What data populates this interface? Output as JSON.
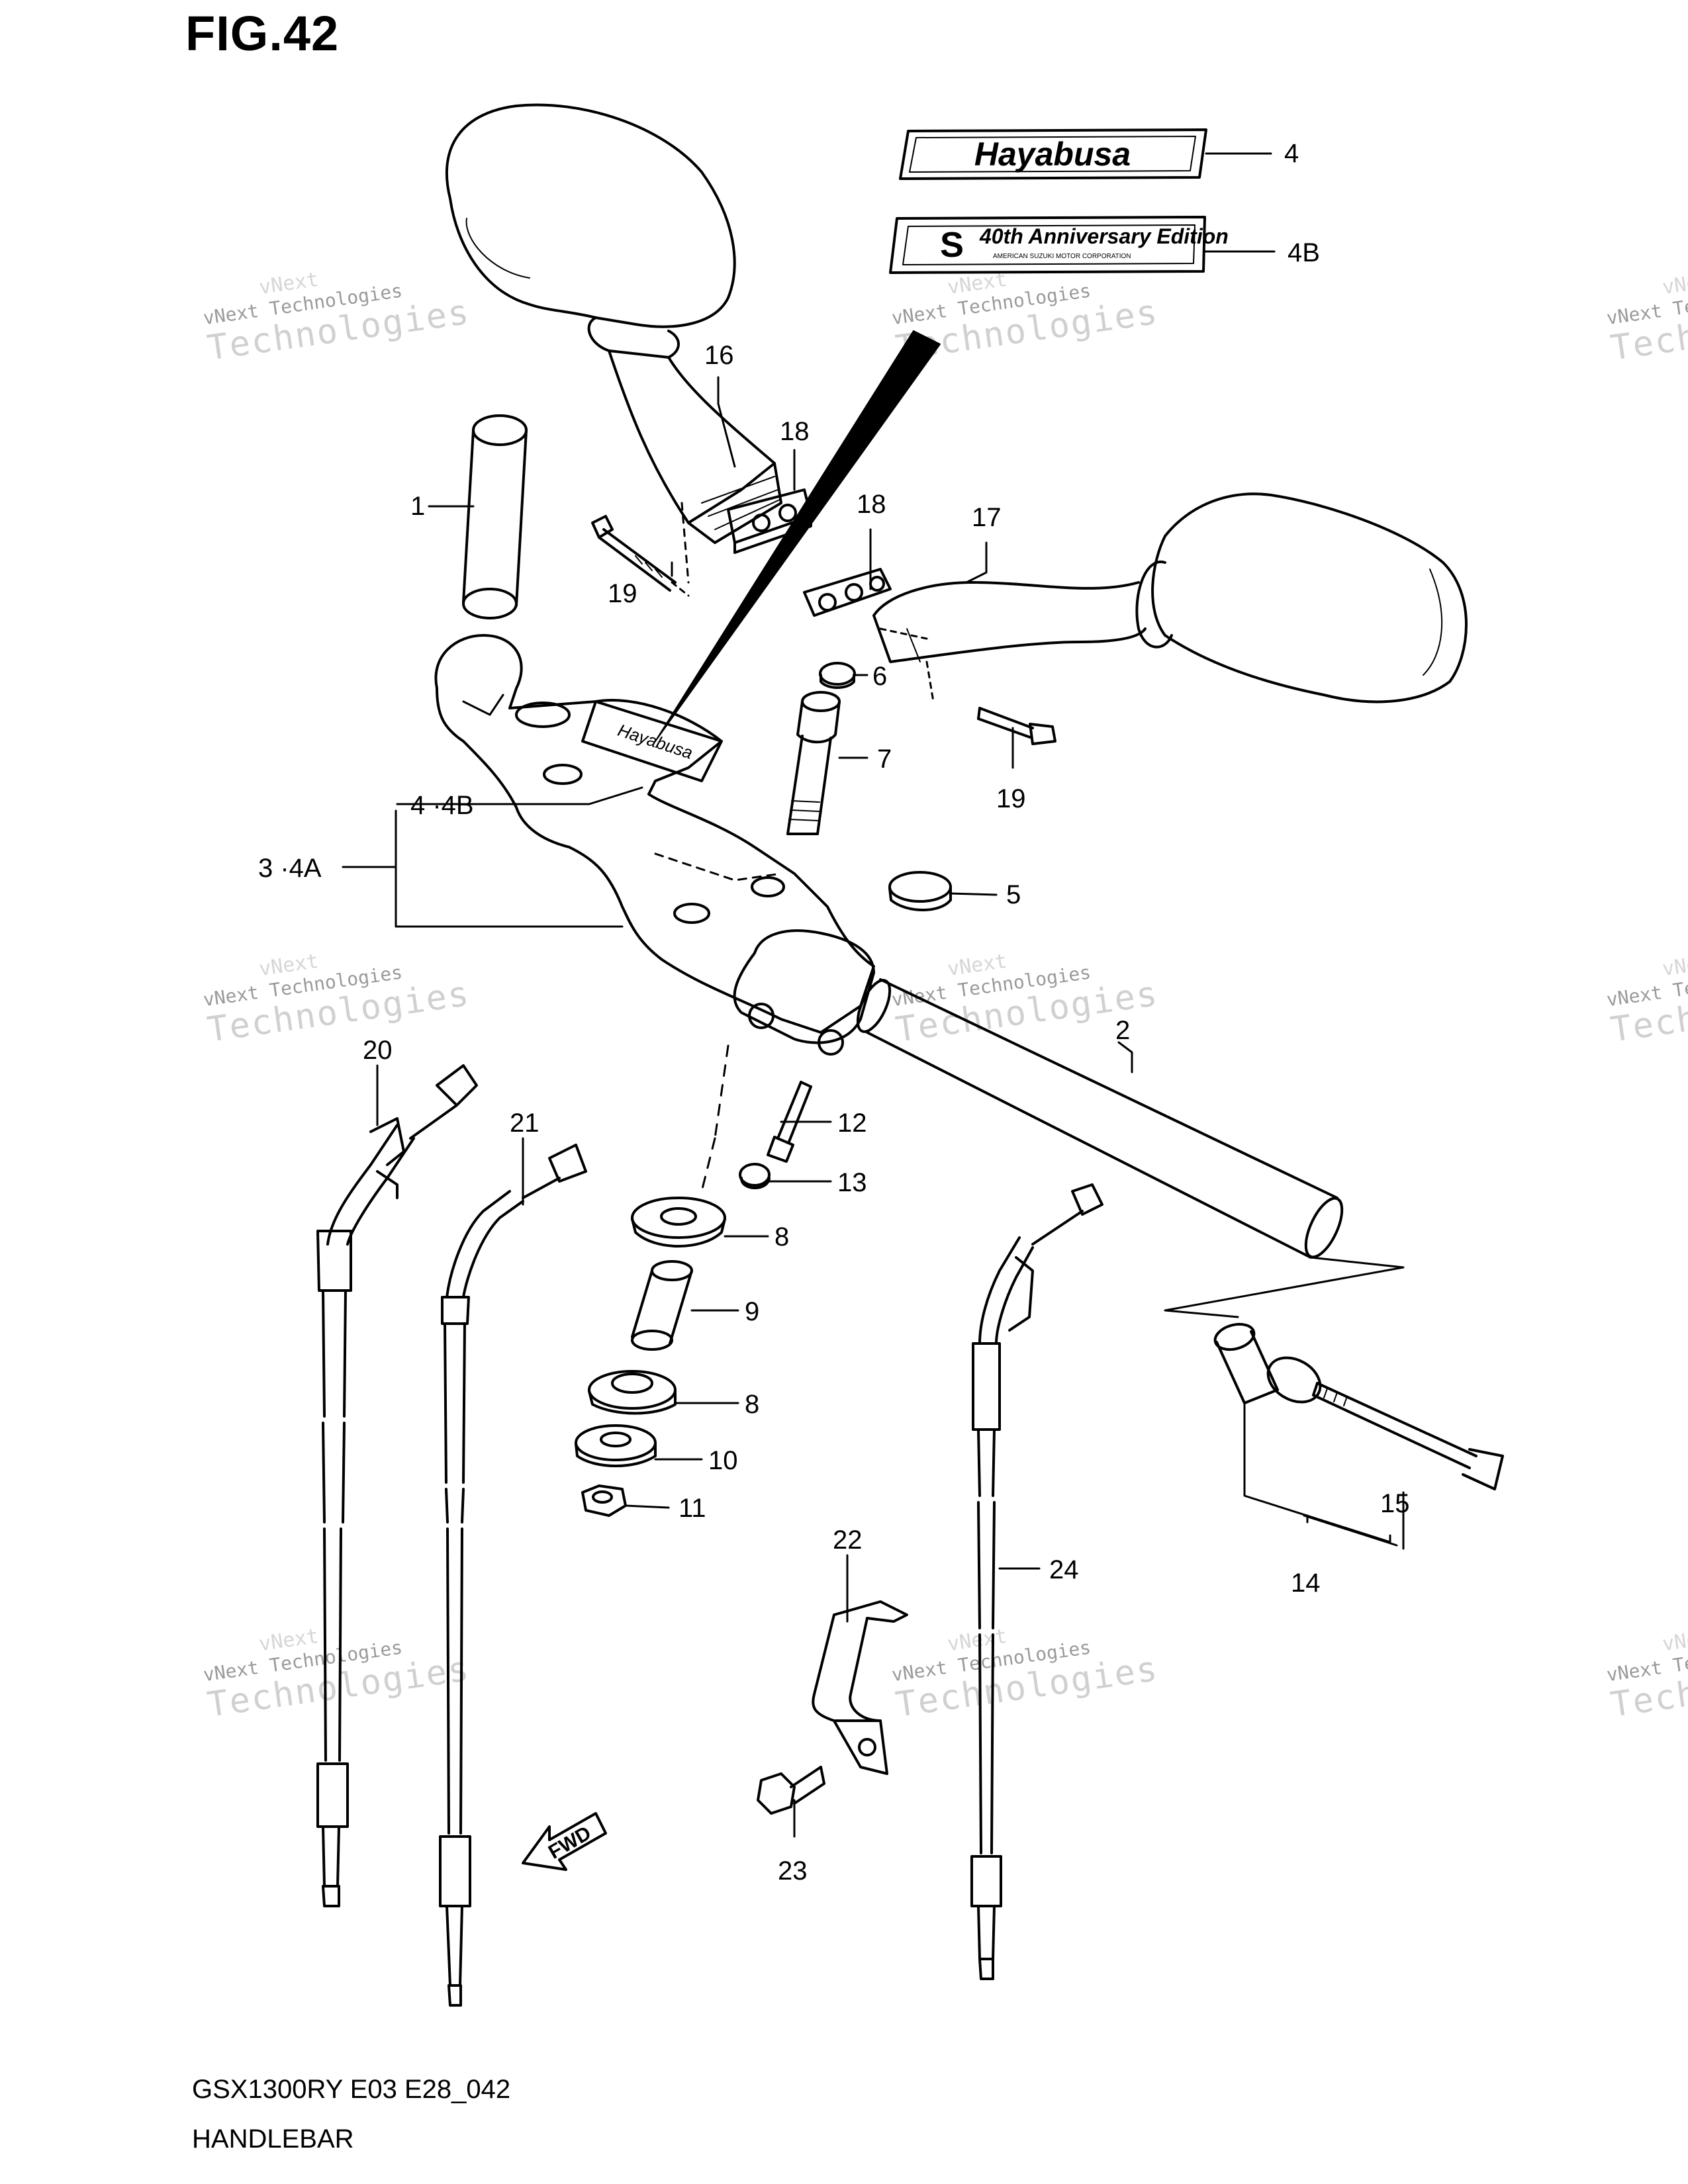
{
  "figure": {
    "title": "FIG.42",
    "code": "GSX1300RY E03 E28_042",
    "name": "HANDLEBAR"
  },
  "decals": {
    "hayabusa": "Hayabusa",
    "anniversary": "40th Anniversary Edition",
    "corporation": "AMERICAN SUZUKI MOTOR CORPORATION"
  },
  "fwd_label": "FWD",
  "watermark": {
    "line1": "vNext",
    "line2": "vNext Technologies",
    "line3": "Technologies"
  },
  "callouts": {
    "c1": "1",
    "c2": "2",
    "c3_4a": "3 ·4A",
    "c4": "4",
    "c4_4b": "4 ·4B",
    "c4b": "4B",
    "c5": "5",
    "c6": "6",
    "c7": "7",
    "c8a": "8",
    "c8b": "8",
    "c9": "9",
    "c10": "10",
    "c11": "11",
    "c12": "12",
    "c13": "13",
    "c14": "14",
    "c15": "15",
    "c16": "16",
    "c17": "17",
    "c18a": "18",
    "c18b": "18",
    "c19a": "19",
    "c19b": "19",
    "c20": "20",
    "c21": "21",
    "c22": "22",
    "c23": "23",
    "c24": "24"
  }
}
